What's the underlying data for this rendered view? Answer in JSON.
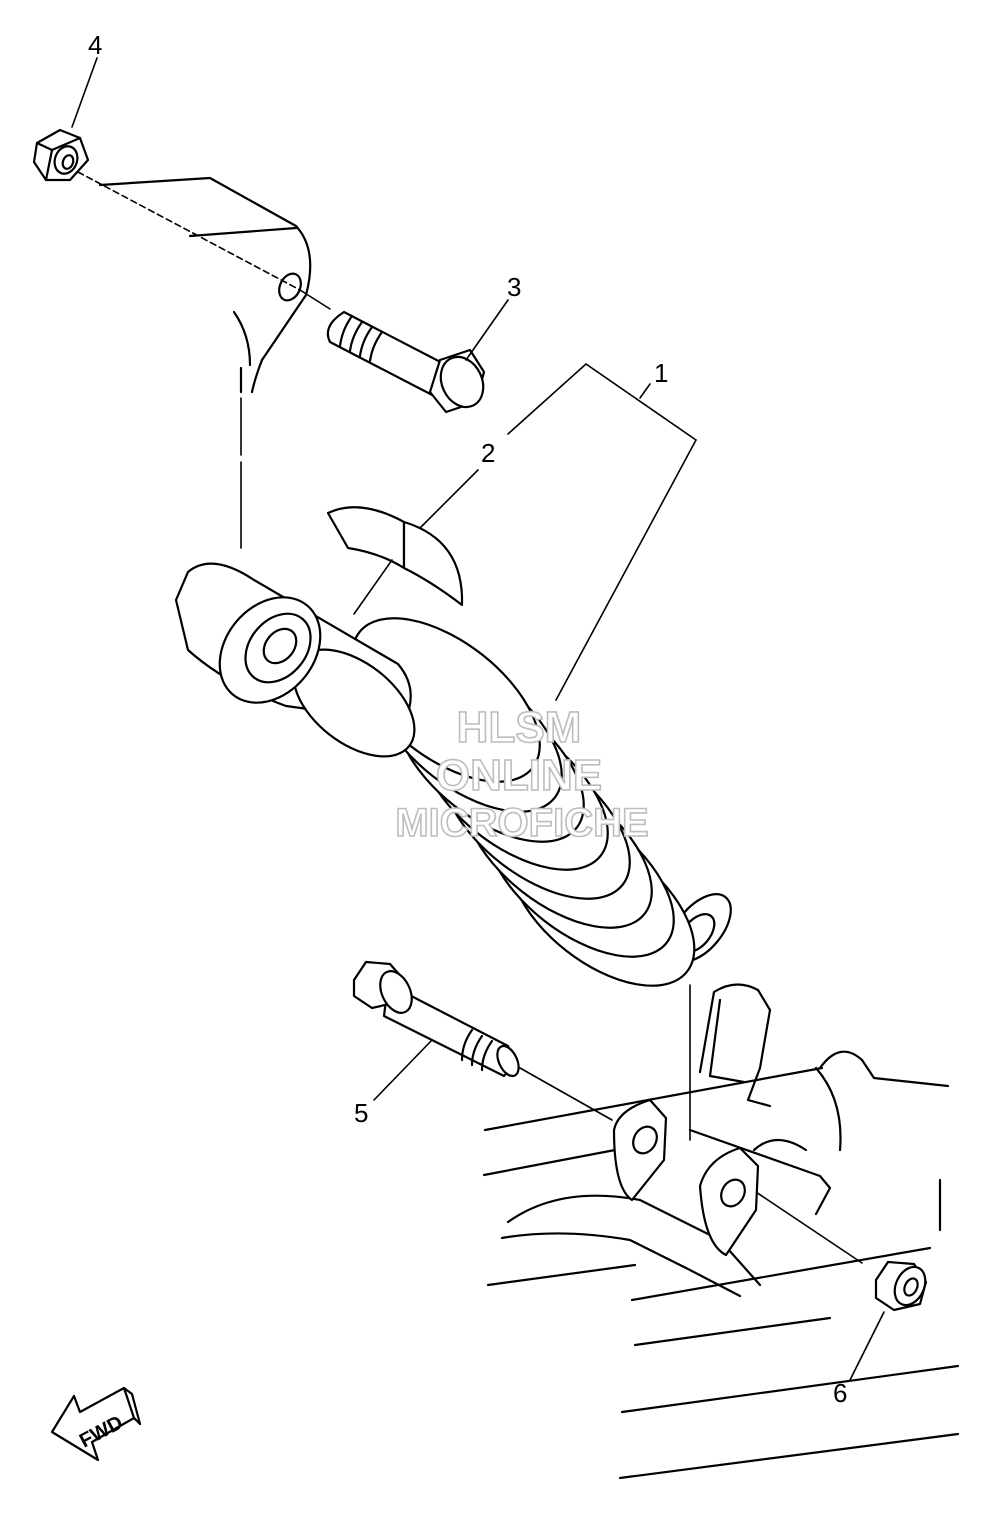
{
  "callouts": [
    {
      "id": "1",
      "label": "1"
    },
    {
      "id": "2",
      "label": "2"
    },
    {
      "id": "3",
      "label": "3"
    },
    {
      "id": "4",
      "label": "4"
    },
    {
      "id": "5",
      "label": "5"
    },
    {
      "id": "6",
      "label": "6"
    }
  ],
  "direction_arrow": {
    "label": "FWD"
  },
  "watermark": {
    "line1": "HLSM",
    "line2": "ONLINE",
    "line3": "MICROFICHE"
  }
}
